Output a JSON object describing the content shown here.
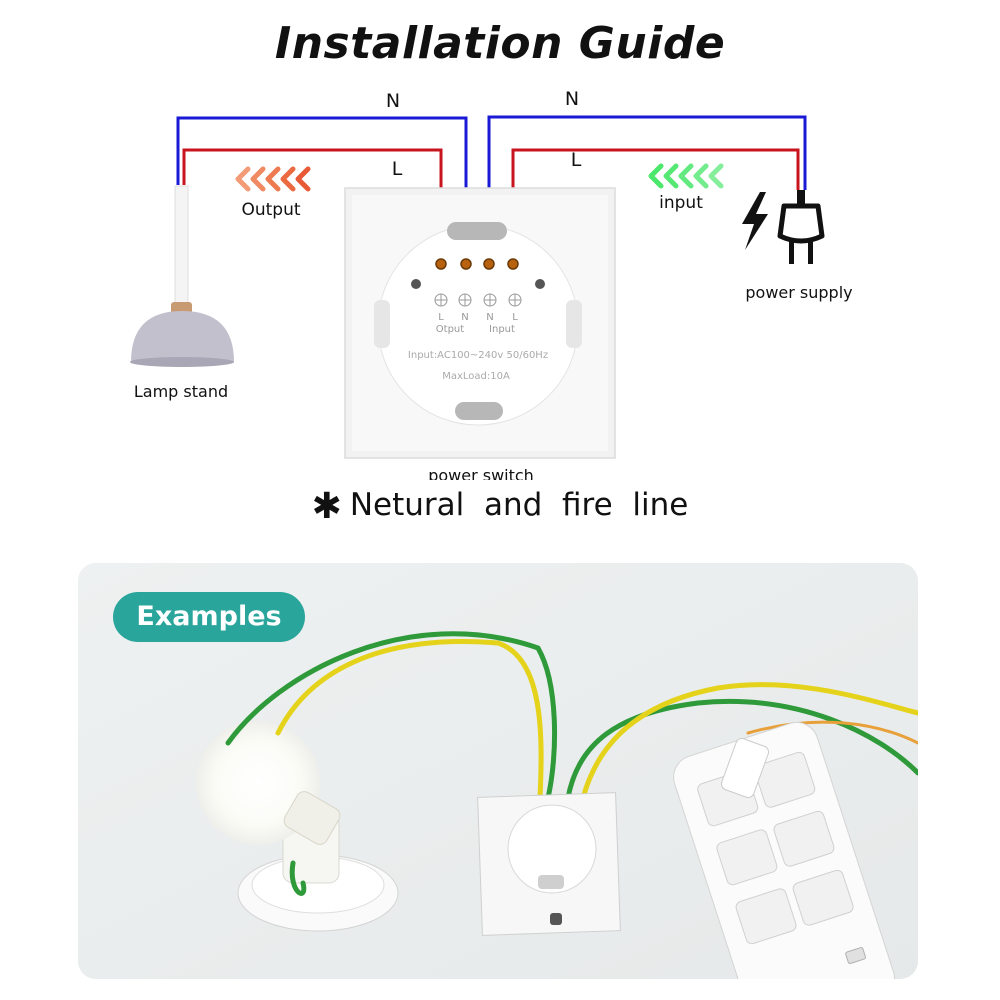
{
  "title": "Installation Guide",
  "wires": {
    "left_neutral_label": "N",
    "left_live_label": "L",
    "right_neutral_label": "N",
    "right_live_label": "L",
    "neutral_color": "#1a1ad6",
    "live_color": "#c8141e"
  },
  "labels": {
    "output": "Output",
    "input": "input",
    "lamp": "Lamp stand",
    "power_supply": "power supply",
    "power_switch": "power switch"
  },
  "arrow_colors": {
    "output": "#f07a4a",
    "input": "#3dde5c"
  },
  "switch_panel": {
    "terminals": [
      "L",
      "N",
      "N",
      "L"
    ],
    "group_output": "Otput",
    "group_input": "Input",
    "rating_line": "Input:AC100~240v  50/60Hz",
    "maxload_line": "MaxLoad:10A"
  },
  "note": {
    "symbol": "✱",
    "text": "Netural  and  fire  line"
  },
  "examples": {
    "badge": "Examples",
    "badge_color": "#2aa59c"
  }
}
